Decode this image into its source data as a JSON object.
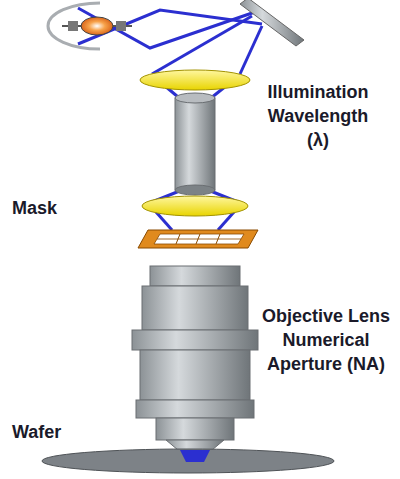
{
  "diagram": {
    "labels": [
      "Illumination Wavelength (λ)",
      "Mask",
      "Objective Lens Numerical Aperture (NA)",
      "Wafer"
    ]
  }
}
